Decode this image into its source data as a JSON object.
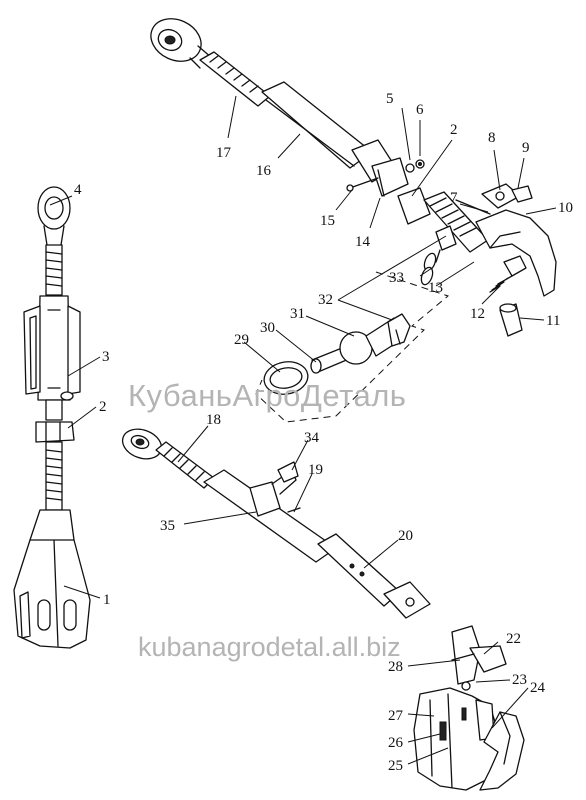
{
  "watermarks": {
    "ru": "КубаньАгроДеталь",
    "en": "kubanagrodetal.all.biz"
  },
  "callouts": {
    "n1": "1",
    "n2": "2",
    "n2b": "2",
    "n3": "3",
    "n4": "4",
    "n5": "5",
    "n6": "6",
    "n7": "7",
    "n8": "8",
    "n9": "9",
    "n10": "10",
    "n11": "11",
    "n12": "12",
    "n13": "13",
    "n14": "14",
    "n15": "15",
    "n16": "16",
    "n17": "17",
    "n18": "18",
    "n19": "19",
    "n20": "20",
    "n22": "22",
    "n23": "23",
    "n24": "24",
    "n25": "25",
    "n26": "26",
    "n27": "27",
    "n28": "28",
    "n29": "29",
    "n30": "30",
    "n31": "31",
    "n32": "32",
    "n33": "33",
    "n34": "34",
    "n35": "35"
  },
  "colors": {
    "line": "#111111",
    "watermark": "#b4b4b4",
    "background": "#ffffff"
  }
}
